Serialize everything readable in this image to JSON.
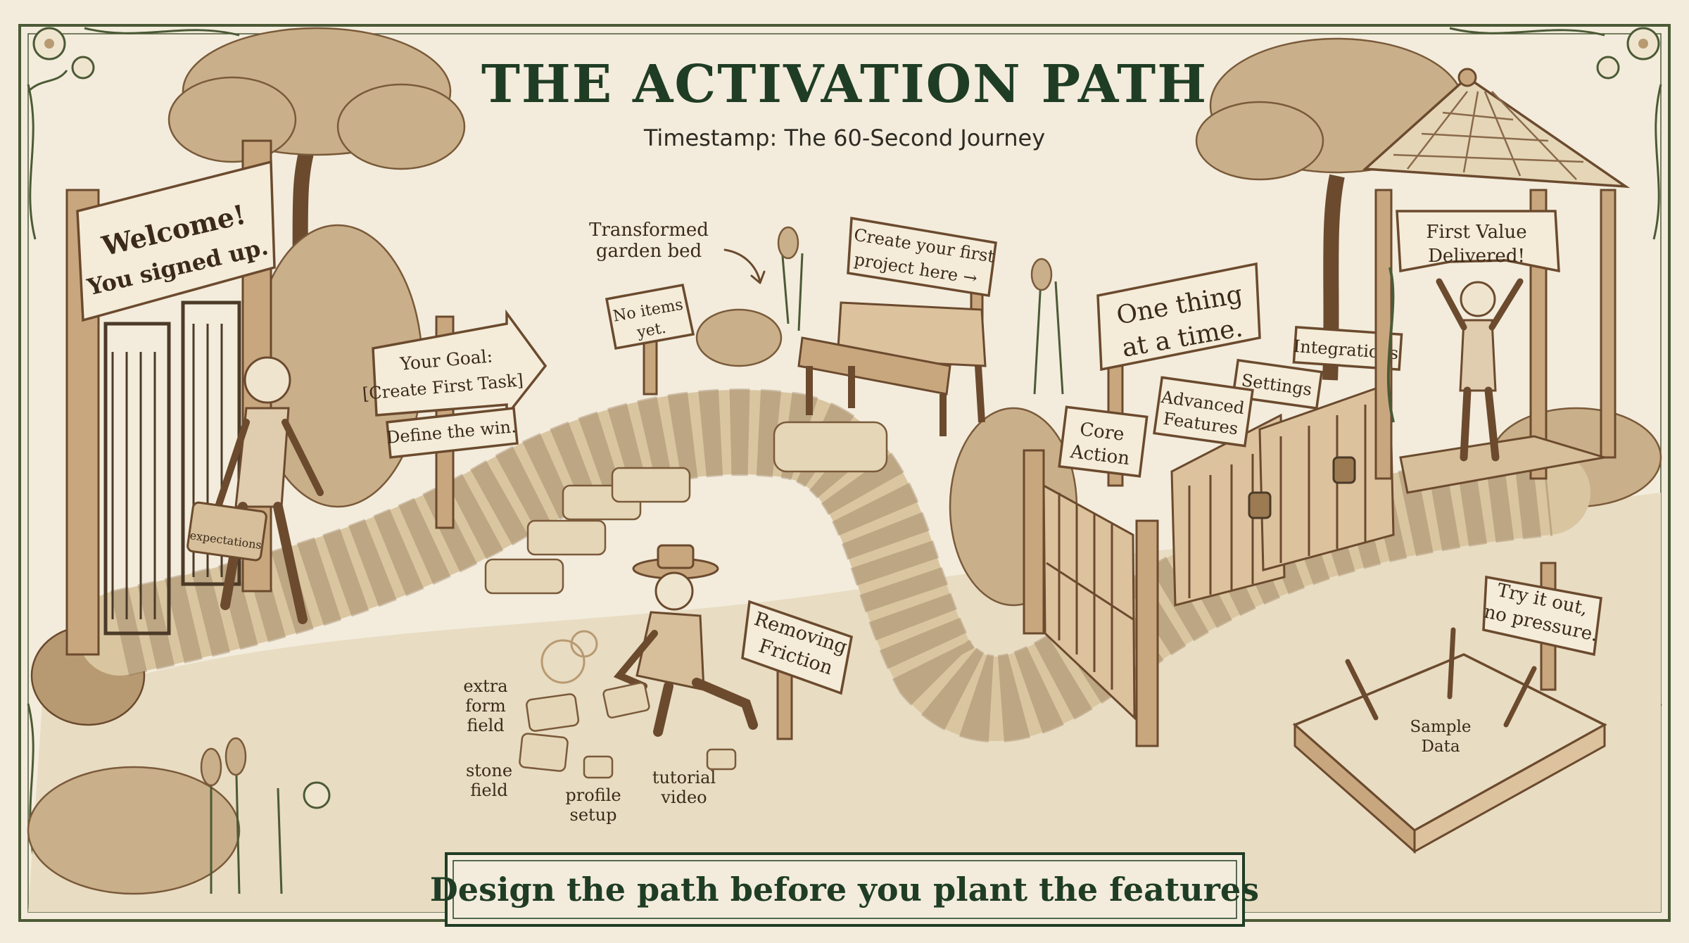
{
  "header": {
    "title": "THE ACTIVATION PATH",
    "subtitle": "Timestamp: The 60-Second Journey"
  },
  "signs": {
    "welcome_line1": "Welcome!",
    "welcome_line2": "You signed up.",
    "goal_line1": "Your Goal:",
    "goal_line2": "[Create First Task]",
    "define_win": "Define the win.",
    "transformed_line1": "Transformed",
    "transformed_line2": "garden bed",
    "no_items_line1": "No items",
    "no_items_line2": "yet.",
    "create_line1": "Create your first",
    "create_line2": "project here →",
    "one_thing_line1": "One thing",
    "one_thing_line2": "at a time.",
    "first_value_line1": "First Value",
    "first_value_line2": "Delivered!",
    "integrations": "Integrations",
    "settings": "Settings",
    "advanced_line1": "Advanced",
    "advanced_line2": "Features",
    "core_line1": "Core",
    "core_line2": "Action",
    "removing_line1": "Removing",
    "removing_line2": "Friction",
    "try_line1": "Try it out,",
    "try_line2": "no pressure.",
    "sample_line1": "Sample",
    "sample_line2": "Data",
    "bag_label": "expectations"
  },
  "stones": {
    "extra_line1": "extra",
    "extra_line2": "form",
    "extra_line3": "field",
    "stone_line1": "stone",
    "stone_line2": "field",
    "profile_line1": "profile",
    "profile_line2": "setup",
    "tutorial_line1": "tutorial",
    "tutorial_line2": "video"
  },
  "footer": {
    "banner": "Design the path before you plant the features"
  },
  "colors": {
    "paper": "#f3ecdc",
    "title_green": "#1f3d24",
    "ink": "#6b4a2e",
    "vine": "#4c5a36"
  }
}
